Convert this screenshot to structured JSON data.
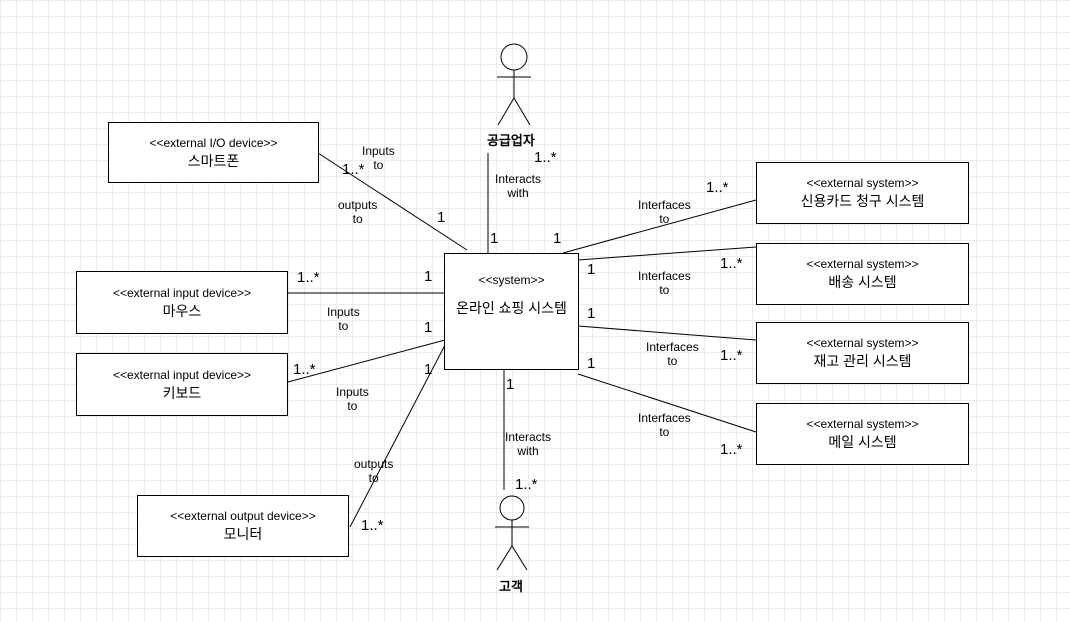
{
  "system": {
    "stereotype": "<<system>>",
    "name": "온라인 쇼핑 시스템"
  },
  "actors": {
    "supplier": {
      "name": "공급업자"
    },
    "customer": {
      "name": "고객"
    }
  },
  "devices": {
    "smartphone": {
      "stereotype": "<<external I/O device>>",
      "name": "스마트폰"
    },
    "mouse": {
      "stereotype": "<<external input device>>",
      "name": "마우스"
    },
    "keyboard": {
      "stereotype": "<<external input device>>",
      "name": "키보드"
    },
    "monitor": {
      "stereotype": "<<external output device>>",
      "name": "모니터"
    }
  },
  "external_systems": {
    "card": {
      "stereotype": "<<external system>>",
      "name": "신용카드 청구 시스템"
    },
    "delivery": {
      "stereotype": "<<external system>>",
      "name": "배송 시스템"
    },
    "inventory": {
      "stereotype": "<<external system>>",
      "name": "재고 관리 시스템"
    },
    "mail": {
      "stereotype": "<<external system>>",
      "name": "메일 시스템"
    }
  },
  "labels": {
    "smartphone_inputs": [
      "Inputs",
      "to"
    ],
    "smartphone_outputs": [
      "outputs",
      "to"
    ],
    "supplier_interacts": [
      "Interacts",
      "with"
    ],
    "mouse_inputs": [
      "Inputs",
      "to"
    ],
    "keyboard_inputs": [
      "Inputs",
      "to"
    ],
    "monitor_outputs": [
      "outputs",
      "to"
    ],
    "customer_interacts": [
      "Interacts",
      "with"
    ],
    "card_interfaces": [
      "Interfaces",
      "to"
    ],
    "delivery_interfaces": [
      "Interfaces",
      "to"
    ],
    "inventory_interfaces": [
      "Interfaces",
      "to"
    ],
    "mail_interfaces": [
      "Interfaces",
      "to"
    ]
  },
  "multiplicities": {
    "smartphone_far": "1..*",
    "smartphone_near": "1",
    "supplier_far": "1..*",
    "supplier_near": "1",
    "card_near": "1",
    "card_far": "1..*",
    "mouse_far": "1..*",
    "mouse_near": "1",
    "keyboard_far": "1..*",
    "keyboard_near": "1",
    "monitor_near": "1",
    "monitor_far": "1..*",
    "customer_near": "1",
    "customer_far": "1..*",
    "delivery_near": "1",
    "delivery_far": "1..*",
    "inventory_near": "1",
    "inventory_far": "1..*",
    "mail_near": "1",
    "mail_far": "1..*"
  }
}
